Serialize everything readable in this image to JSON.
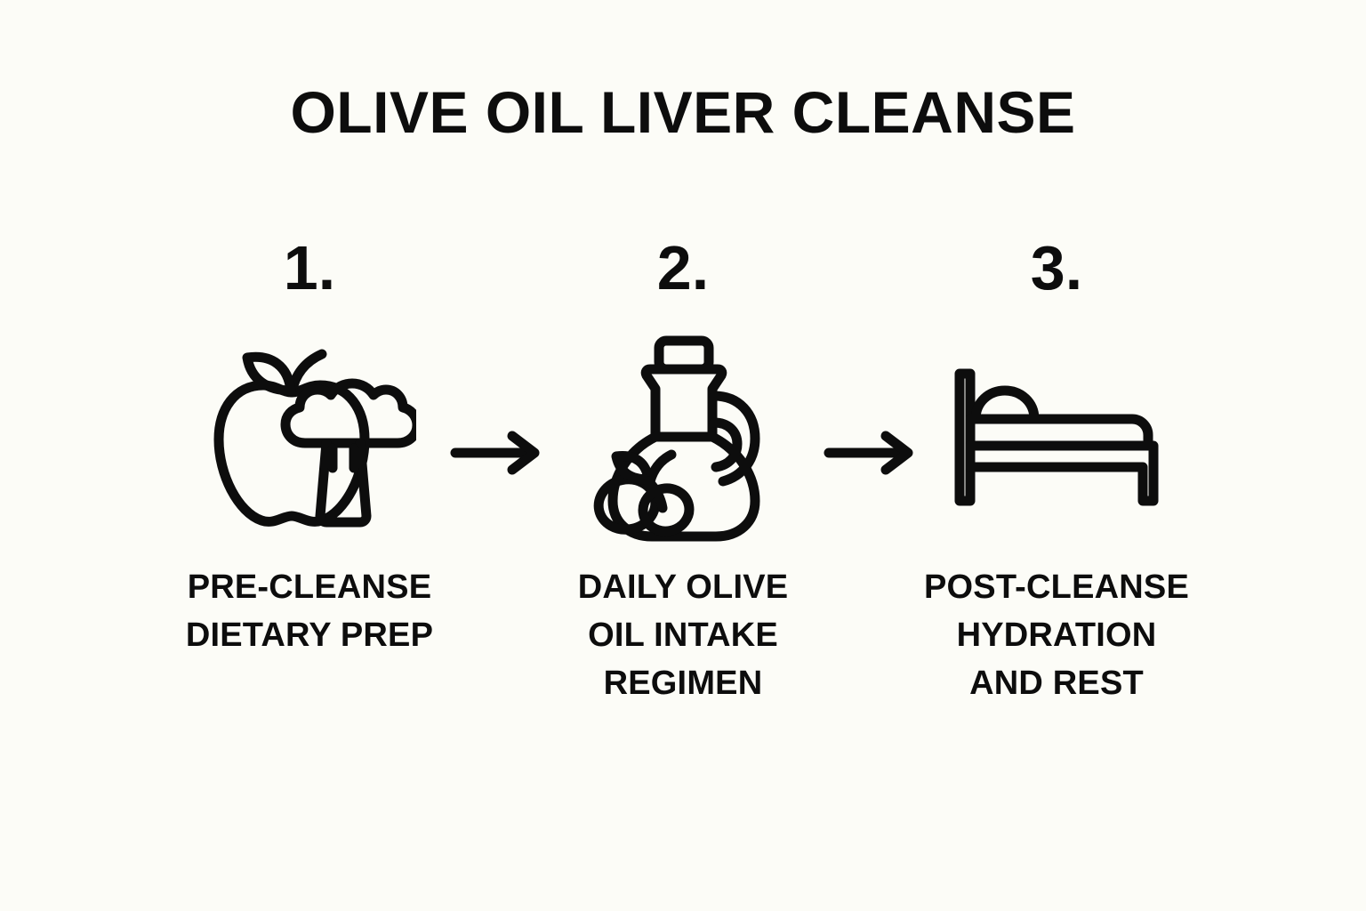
{
  "page": {
    "title": "OLIVE OIL LIVER CLEANSE",
    "background_color": "#fcfcf7",
    "ink_color": "#0d0d0d"
  },
  "steps": [
    {
      "number": "1.",
      "icon": "apple-broccoli-icon",
      "label": "PRE-CLEANSE\nDIETARY PREP"
    },
    {
      "number": "2.",
      "icon": "olive-oil-jug-icon",
      "label": "DAILY OLIVE\nOIL INTAKE\nREGIMEN"
    },
    {
      "number": "3.",
      "icon": "bed-icon",
      "label": "POST-CLEANSE\nHYDRATION\nAND REST"
    }
  ],
  "connectors": [
    {
      "icon": "arrow-right-icon"
    },
    {
      "icon": "arrow-right-icon"
    }
  ]
}
